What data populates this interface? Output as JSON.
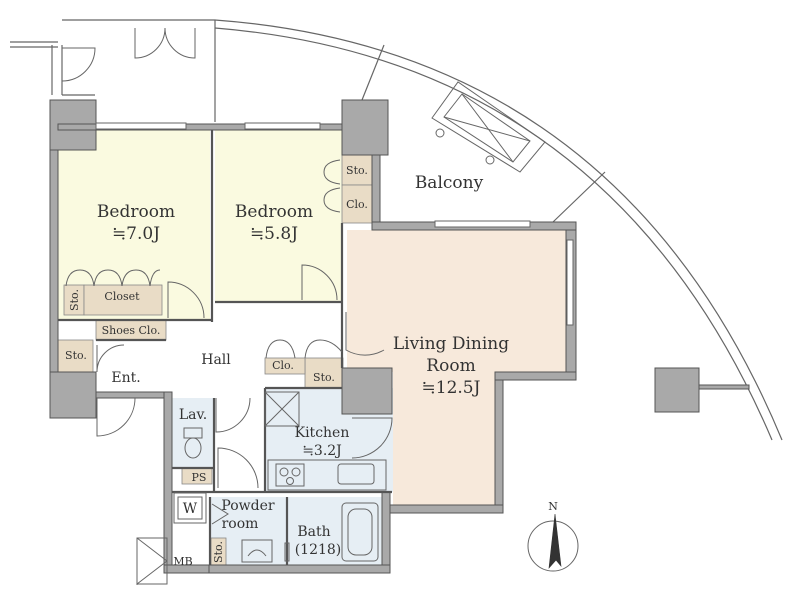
{
  "colors": {
    "wall_fill": "#a9a9a9",
    "wall_stroke": "#555555",
    "bedroom_fill": "#fafae0",
    "living_fill": "#f7e9db",
    "wet_area_fill": "#e6eef4",
    "storage_fill": "#e9dcc6",
    "line": "#666666"
  },
  "rooms": {
    "bedroom1": {
      "name": "Bedroom",
      "size": "≒7.0J"
    },
    "bedroom2": {
      "name": "Bedroom",
      "size": "≒5.8J"
    },
    "living": {
      "name_line1": "Living Dining",
      "name_line2": "Room",
      "size": "≒12.5J"
    },
    "kitchen": {
      "name": "Kitchen",
      "size": "≒3.2J"
    },
    "balcony": "Balcony",
    "hall": "Hall",
    "entrance": "Ent.",
    "lavatory": "Lav.",
    "powder": {
      "line1": "Powder",
      "line2": "room"
    },
    "bath": {
      "name": "Bath",
      "size": "(1218)"
    }
  },
  "storage": {
    "sto": "Sto.",
    "clo": "Clo.",
    "closet": "Closet",
    "shoes_closet": "Shoes Clo.",
    "ps": "PS",
    "washer": "W",
    "meter_box": "MB"
  },
  "compass": {
    "north": "N"
  }
}
